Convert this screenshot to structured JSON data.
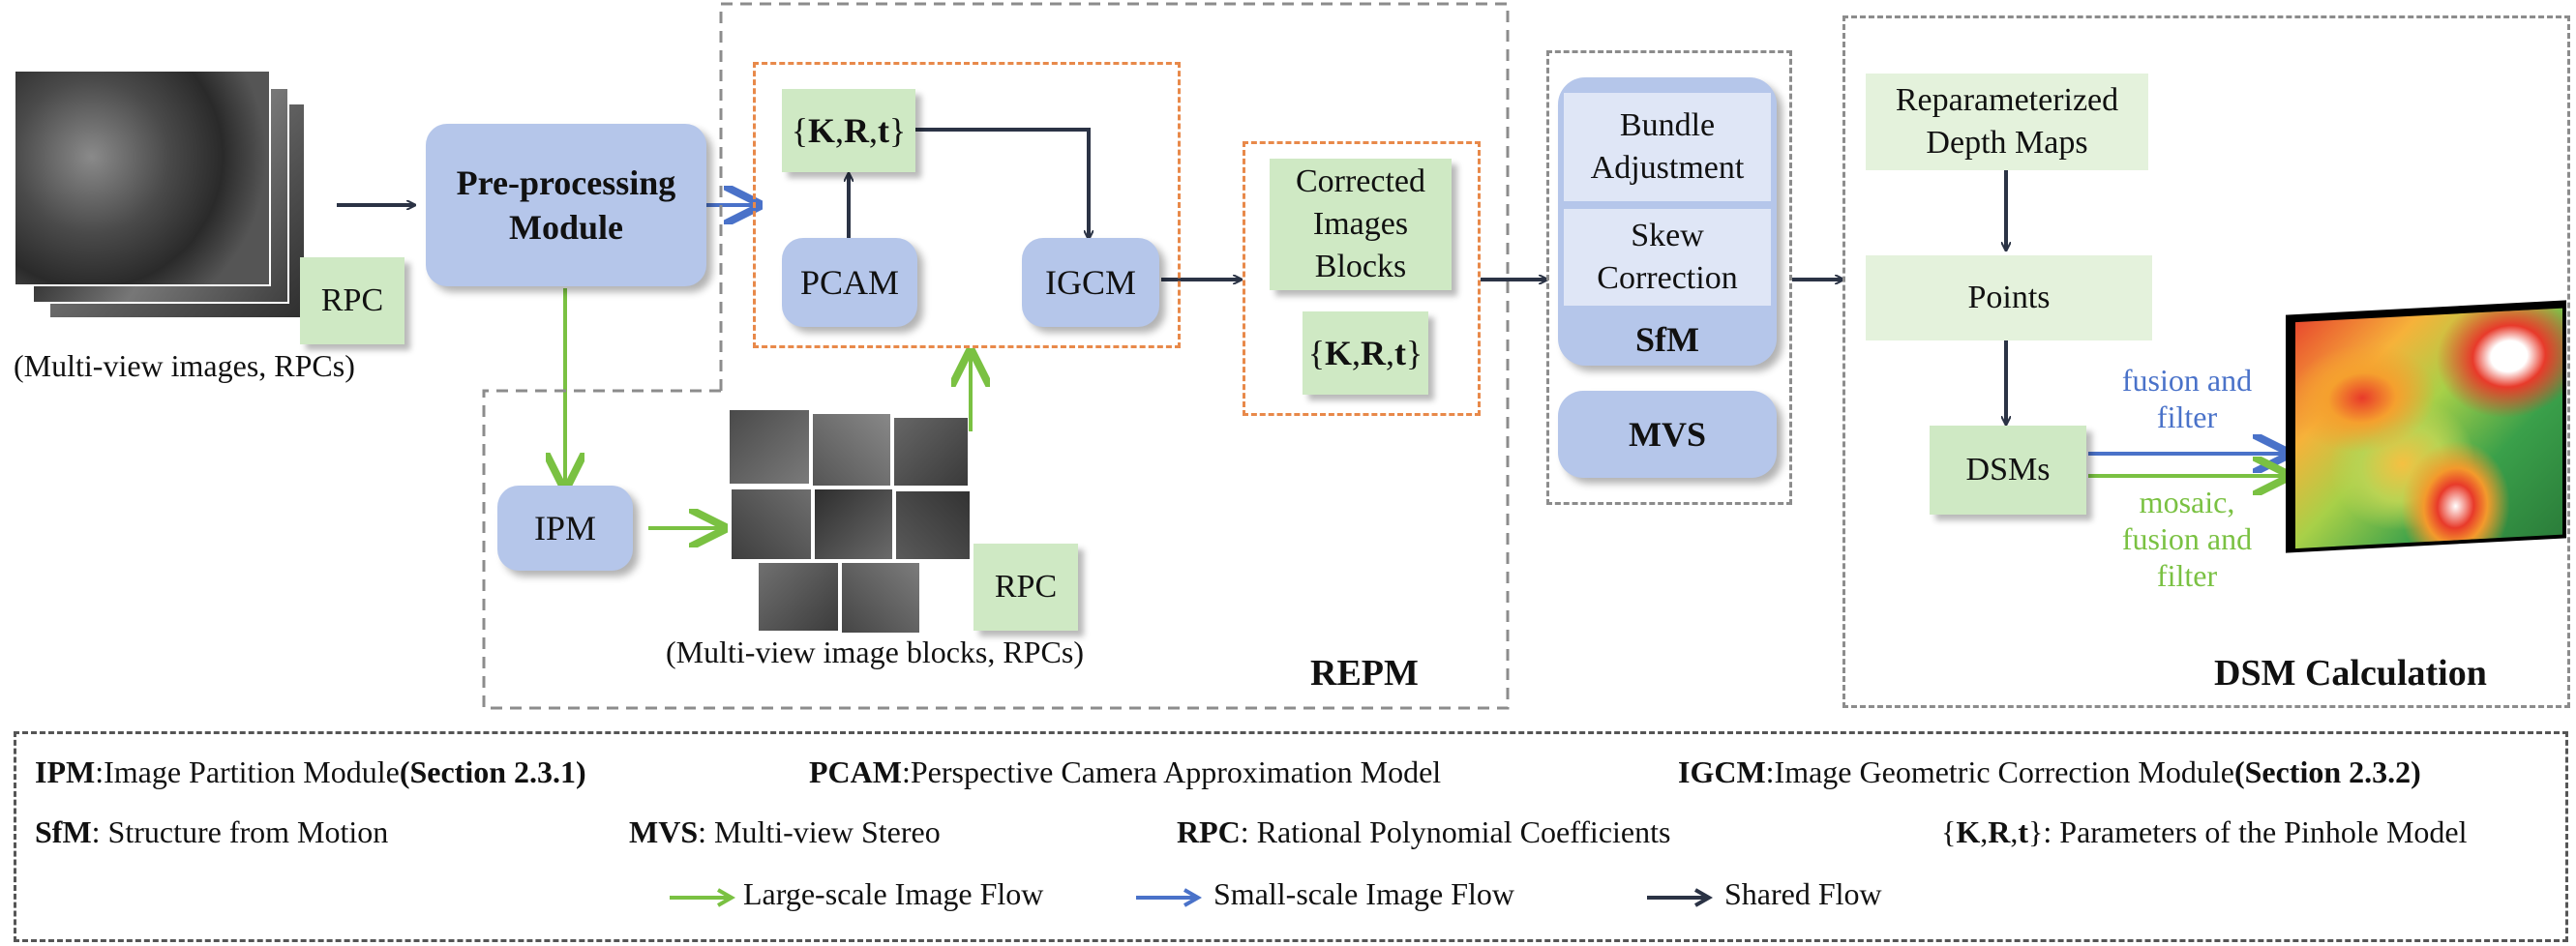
{
  "input": {
    "caption": "(Multi-view images, RPCs)",
    "rpc_label": "RPC"
  },
  "preprocessing": {
    "label": "Pre-processing Module"
  },
  "ipm": {
    "label": "IPM"
  },
  "blocks": {
    "caption": "(Multi-view image blocks, RPCs)",
    "rpc_label": "RPC"
  },
  "repm": {
    "title": "REPM",
    "krt_open": "{",
    "krt_k": "K",
    "krt_comma1": ",",
    "krt_r": "R",
    "krt_comma2": ",",
    "krt_t": "t",
    "krt_close": "}",
    "pcam_label": "PCAM",
    "igcm_label": "IGCM"
  },
  "corrected": {
    "label_line1": "Corrected",
    "label_line2": "Images",
    "label_line3": "Blocks"
  },
  "sfm_group": {
    "bundle_line1": "Bundle",
    "bundle_line2": "Adjustment",
    "skew_line1": "Skew",
    "skew_line2": "Correction",
    "sfm_label": "SfM",
    "mvs_label": "MVS"
  },
  "dsm_calc": {
    "title": "DSM Calculation",
    "depth_line1": "Reparameterized",
    "depth_line2": "Depth Maps",
    "points_label": "Points",
    "dsms_label": "DSMs",
    "fusion_line1": "fusion and",
    "fusion_line2": "filter",
    "mosaic_line1": "mosaic,",
    "mosaic_line2": "fusion and",
    "mosaic_line3": "filter"
  },
  "legend": {
    "row1": [
      {
        "abbr": "IPM",
        "text": ":Image Partition Module",
        "bold_suffix": "(Section 2.3.1)"
      },
      {
        "abbr": "PCAM",
        "text": ":Perspective Camera Approximation Model",
        "bold_suffix": ""
      },
      {
        "abbr": "IGCM",
        "text": ":Image Geometric Correction Module",
        "bold_suffix": "(Section 2.3.2)"
      }
    ],
    "row2": [
      {
        "abbr": "SfM",
        "text": ": Structure from Motion"
      },
      {
        "abbr": "MVS",
        "text": ": Multi-view Stereo"
      },
      {
        "abbr": "RPC",
        "text": ": Rational Polynomial Coefficients"
      },
      {
        "abbr": "",
        "text": ": Parameters of the Pinhole Model"
      }
    ],
    "flows": [
      {
        "label": "Large-scale Image Flow",
        "color": "#7ac142"
      },
      {
        "label": "Small-scale Image Flow",
        "color": "#4a72c9"
      },
      {
        "label": "Shared Flow",
        "color": "#2b3345"
      }
    ]
  },
  "colors": {
    "green_arrow": "#7ac142",
    "blue_arrow": "#4a72c9",
    "dark_arrow": "#2b3345",
    "blue_box": "#b5c6ea",
    "green_box": "#cfe9c4",
    "orange_dash": "#e8894a"
  }
}
